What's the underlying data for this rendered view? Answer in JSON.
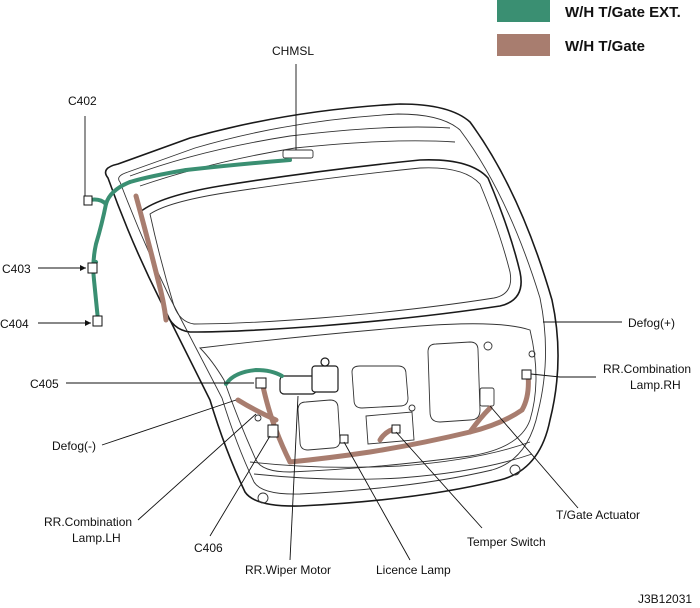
{
  "legend": {
    "items": [
      {
        "label": "W/H T/Gate EXT.",
        "color": "#3a8f72"
      },
      {
        "label": "W/H T/Gate",
        "color": "#a87d6f"
      }
    ]
  },
  "labels": {
    "chmsl": "CHMSL",
    "c402": "C402",
    "c403": "C403",
    "c404": "C404",
    "c405": "C405",
    "defog_minus": "Defog(-)",
    "defog_plus": "Defog(+)",
    "rr_comb_rh_1": "RR.Combination",
    "rr_comb_rh_2": "Lamp.RH",
    "rr_comb_lh_1": "RR.Combination",
    "rr_comb_lh_2": "Lamp.LH",
    "c406": "C406",
    "rr_wiper_motor": "RR.Wiper Motor",
    "licence_lamp": "Licence Lamp",
    "temper_switch": "Temper Switch",
    "tgate_actuator": "T/Gate Actuator",
    "figure_id": "J3B12031"
  }
}
